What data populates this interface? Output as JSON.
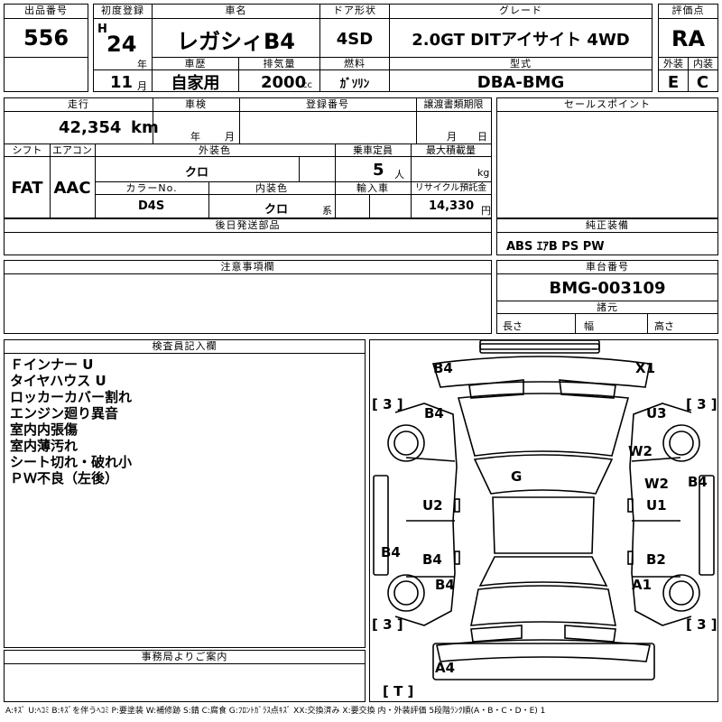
{
  "header": {
    "lot_no_label": "出品番号",
    "lot_no": "556",
    "first_reg_label": "初度登録",
    "era": "H",
    "year": "24",
    "year_unit": "年",
    "month": "11",
    "month_unit": "月",
    "car_name_label": "車名",
    "car_name": "レガシィB4",
    "door_label": "ドア形状",
    "door": "4SD",
    "grade_label": "グレード",
    "grade": "2.0GT DITアイサイト 4WD",
    "score_label": "評価点",
    "score": "RA",
    "history_label": "車歴",
    "history": "自家用",
    "displacement_label": "排気量",
    "displacement": "2000",
    "displacement_unit": "cc",
    "fuel_label": "燃料",
    "fuel": "ｶﾞｿﾘﾝ",
    "model_label": "型式",
    "model": "DBA-BMG",
    "exterior_label": "外装",
    "exterior_grade": "E",
    "interior_label": "内装",
    "interior_grade": "C"
  },
  "row2": {
    "mileage_label": "走行",
    "mileage": "42,354",
    "mileage_unit": "km",
    "shaken_label": "車検",
    "shaken_year_unit": "年",
    "shaken_month_unit": "月",
    "reg_no_label": "登録番号",
    "transfer_label": "譲渡書類期限",
    "transfer_month_unit": "月",
    "transfer_day_unit": "日",
    "shift_label": "シフト",
    "shift": "FAT",
    "ac_label": "エアコン",
    "ac": "AAC",
    "ext_color_label": "外装色",
    "ext_color": "クロ",
    "capacity_label": "乗車定員",
    "capacity": "5",
    "capacity_unit": "人",
    "max_load_label": "最大積載量",
    "max_load_unit": "kg",
    "color_no_label": "カラーNo.",
    "color_no": "D4S",
    "int_color_label": "内装色",
    "int_color": "クロ",
    "int_color_unit": "系",
    "import_label": "輸入車",
    "recycle_label": "リサイクル預託金",
    "recycle": "14,330",
    "recycle_unit": "円"
  },
  "sales_point_label": "セールスポイント",
  "later_parts_label": "後日発送部品",
  "genuine_label": "純正装備",
  "genuine": "ABS ｴｱB PS PW",
  "notes_label": "注意事項欄",
  "chassis_label": "車台番号",
  "chassis": "BMG-003109",
  "specs_label": "諸元",
  "length_label": "長さ",
  "width_label": "幅",
  "height_label": "高さ",
  "inspector_label": "検査員記入欄",
  "inspector_notes": [
    "Ｆインナー U",
    "タイヤハウス U",
    "ロッカーカバー割れ",
    "エンジン廻り異音",
    "室内内張傷",
    "室内薄汚れ",
    "シート切れ・破れ小",
    "ＰＷ不良（左後）"
  ],
  "office_label": "事務局よりご案内",
  "diagram_marks": {
    "front_left": "B4",
    "front_right": "X1",
    "tire_fl": "3",
    "tire_fr": "3",
    "fender_l": "B4",
    "fender_r": "U3",
    "hood_r": "W2",
    "windshield": "G",
    "door_fr": "W2",
    "side_r": "B4",
    "door_fl": "U2",
    "door_rr": "U1",
    "side_l": "B4",
    "rear_l": "B4",
    "rear_r": "B2",
    "rear_fender_l": "B4",
    "rear_fender_r": "A1",
    "tire_rl": "3",
    "tire_rr": "3",
    "bumper_rear": "A4",
    "trunk": "T"
  },
  "legend": "A:ｷｽﾞ U:ﾍｺﾐ B:ｷｽﾞを伴うﾍｺﾐ P:要塗装 W:補修跡 S:錆 C:腐食 G:ﾌﾛﾝﾄｶﾞﾗｽ点ｷｽﾞ XX:交換済み X:要交換 内・外装評価 5段階ﾗﾝｸ順(A・B・C・D・E) 1"
}
